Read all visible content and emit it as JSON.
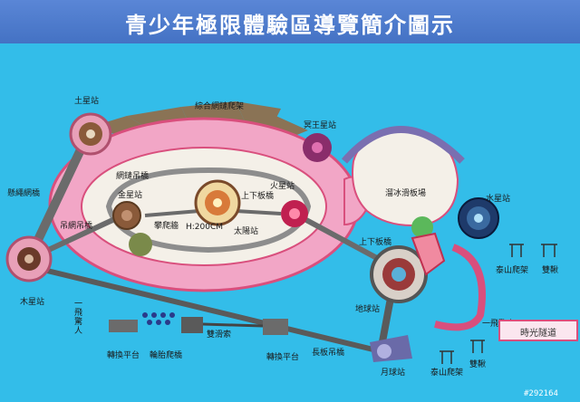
{
  "title": "青少年極限體驗區導覽簡介圖示",
  "photo_id": "#292164",
  "colors": {
    "background": "#33bde9",
    "track_pink": "#f2a6c6",
    "track_border": "#d94f7d",
    "inner_field": "#f4f0e8",
    "rope_net": "#8a7355",
    "walkway": "#5a5a5a"
  },
  "labels": {
    "saturn": "土星站",
    "rope_net_climb": "綜合網鏈爬架",
    "pluto": "冥王星站",
    "rope_bridge": "網鏈吊橋",
    "venus": "金星站",
    "mars": "火星站",
    "up_down_bridge_1": "上下板橋",
    "hanging_net": "懸繩網橋",
    "hanging_bridge": "吊網吊橋",
    "climb_wall": "攀爬牆",
    "height": "H:200CM",
    "sun": "太陽站",
    "skate": "溜冰滑板場",
    "mercury": "水星站",
    "up_down_bridge_2": "上下板橋",
    "taishan_1": "泰山爬架",
    "double_swing_1": "雙鞦",
    "time_tunnel": "時光隧道",
    "jupiter": "木星站",
    "leap_1": "一飛驚人",
    "earth": "地球站",
    "leap_2": "一飛驚人",
    "zipline": "雙滑索",
    "transfer_1": "轉換平台",
    "tire_bridge": "輪胎爬橋",
    "transfer_2": "轉換平台",
    "long_bridge": "長板吊橋",
    "moon": "月球站",
    "taishan_2": "泰山爬架",
    "double_swing_2": "雙鞦"
  }
}
